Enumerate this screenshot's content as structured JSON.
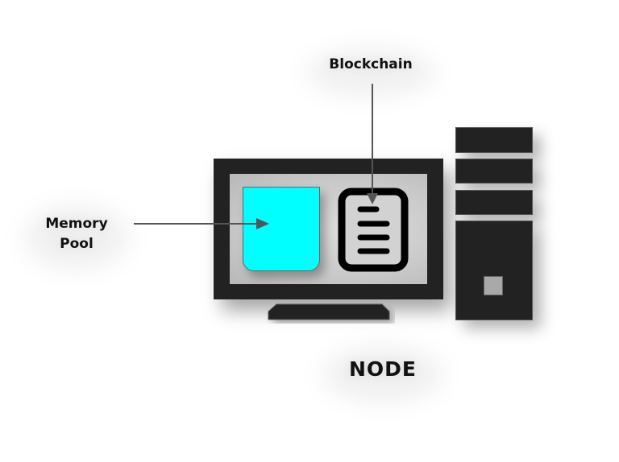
{
  "diagram": {
    "labels": {
      "blockchain": "Blockchain",
      "memory_pool": "Memory Pool",
      "node": "NODE"
    },
    "components": [
      {
        "name": "monitor",
        "color": "#222222"
      },
      {
        "name": "memory-pool-container",
        "color": "#00ffff"
      },
      {
        "name": "blockchain-document-icon",
        "color": "#000000"
      },
      {
        "name": "computer-tower",
        "color": "#222222"
      }
    ],
    "arrows": [
      {
        "from": "Blockchain label",
        "to": "blockchain document icon",
        "color": "#555555"
      },
      {
        "from": "Memory Pool label",
        "to": "memory pool container",
        "color": "#555555"
      }
    ],
    "colors": {
      "device_body": "#222222",
      "screen": "#cccccc",
      "memory_pool_fill": "#00ffff",
      "arrow": "#555555",
      "text": "#111111"
    }
  }
}
